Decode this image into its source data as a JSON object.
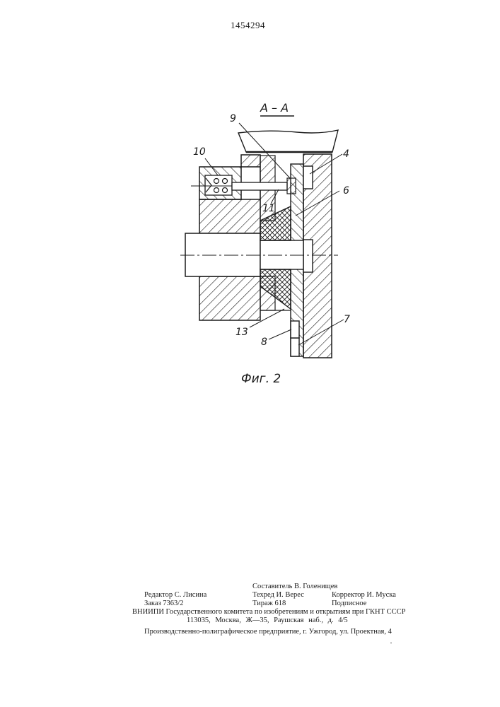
{
  "patent": {
    "number": "1454294"
  },
  "figure": {
    "section_label": "A – A",
    "caption": "Фиг. 2",
    "part_numbers": [
      "9",
      "10",
      "4",
      "6",
      "11",
      "13",
      "8",
      "7"
    ]
  },
  "imprint": {
    "compiler": "Составитель В. Голенищев",
    "editor": "Редактор С. Лисина",
    "techred": "Техред И. Верес",
    "corrector": "Корректор И. Муска",
    "order": "Заказ 7363/2",
    "circulation": "Тираж 618",
    "subscription": "Подписное",
    "institute": "ВНИИПИ Государственного комитета по изобретениям и открытиям при ГКНТ СССР",
    "address": "113035, Москва, Ж—35, Раушская наб., д. 4/5",
    "printer": "Производственно-полиграфическое предприятие, г. Ужгород, ул. Проектная, 4"
  }
}
